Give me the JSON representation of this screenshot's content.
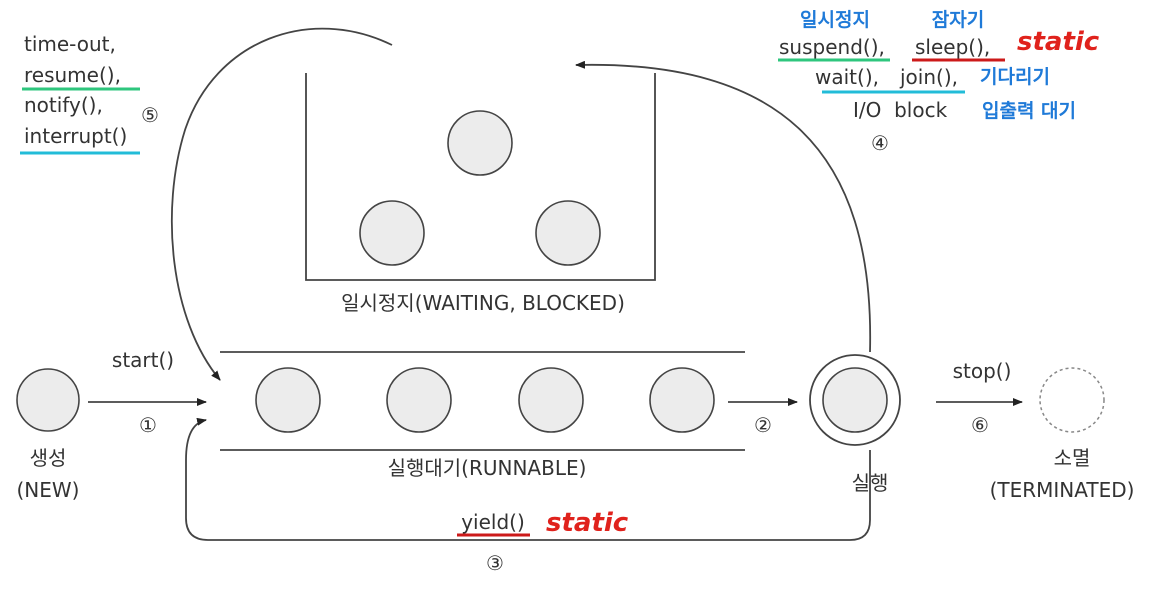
{
  "colors": {
    "blue_annotation": "#1f7ad8",
    "red_annotation": "#e0221c",
    "green_underline": "#2ec67d",
    "cyan_underline": "#22bcd8",
    "red_underline": "#cc1a1a",
    "text": "#333333"
  },
  "states": {
    "new_line1": "생성",
    "new_line2": "(NEW)",
    "runnable": "실행대기(RUNNABLE)",
    "waiting": "일시정지(WAITING, BLOCKED)",
    "running": "실행",
    "terminated_line1": "소멸",
    "terminated_line2": "(TERMINATED)"
  },
  "transitions": {
    "t1": {
      "num": "①",
      "label": "start()"
    },
    "t2": {
      "num": "②"
    },
    "t3": {
      "num": "③",
      "label": "yield()",
      "annotation": "static"
    },
    "t4": {
      "num": "④",
      "methods": [
        "suspend(),",
        "sleep(),",
        "wait(),",
        "join(),",
        "I/O  block"
      ],
      "annotations": {
        "suspend": "일시정지",
        "sleep": "잠자기",
        "sleep_static": "static",
        "wait_join": "기다리기",
        "io": "입출력 대기"
      }
    },
    "t5": {
      "num": "⑤",
      "methods": [
        "time-out,",
        "resume(),",
        "notify(),",
        "interrupt()"
      ]
    },
    "t6": {
      "num": "⑥",
      "label": "stop()"
    }
  }
}
